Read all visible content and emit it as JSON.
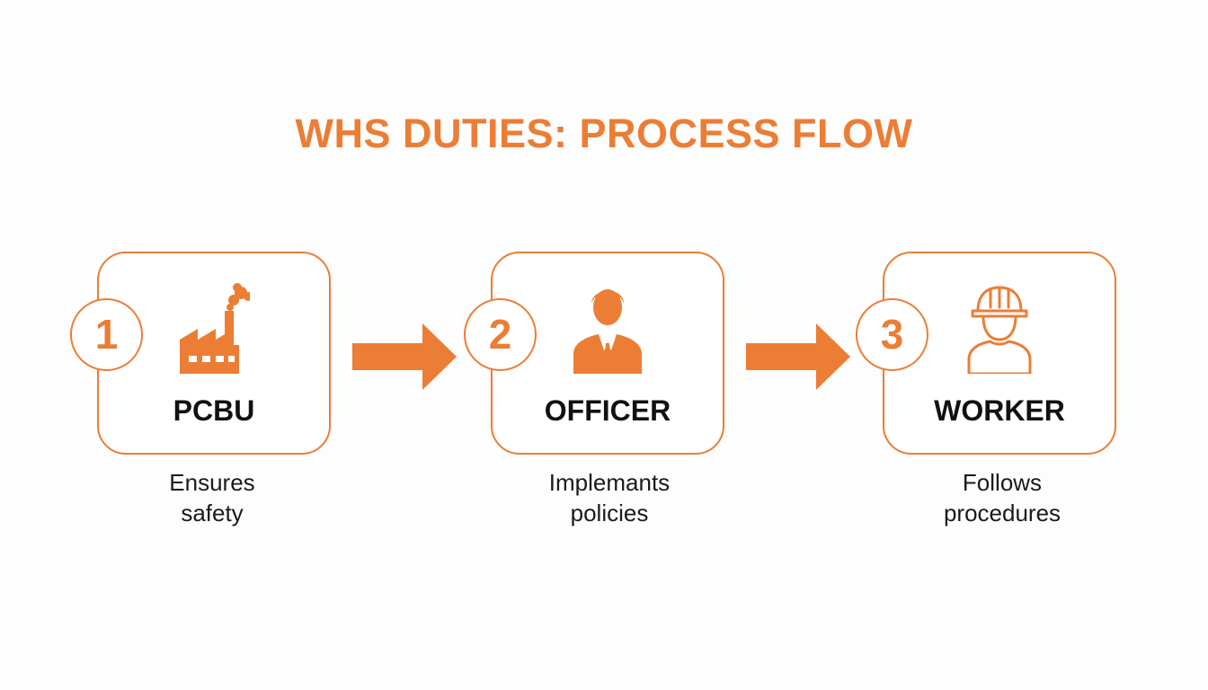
{
  "title": "WHS DUTIES: PROCESS FLOW",
  "colors": {
    "accent": "#ec7d35",
    "text": "#111111",
    "background": "#fdfdfd"
  },
  "steps": [
    {
      "number": "1",
      "role": "PCBU",
      "icon": "factory-icon",
      "description_lines": [
        "Ensures",
        "safety"
      ]
    },
    {
      "number": "2",
      "role": "OFFICER",
      "icon": "businessman-icon",
      "description_lines": [
        "Implemants",
        "policies"
      ]
    },
    {
      "number": "3",
      "role": "WORKER",
      "icon": "hard-hat-worker-icon",
      "description_lines": [
        "Follows",
        "procedures"
      ]
    }
  ]
}
